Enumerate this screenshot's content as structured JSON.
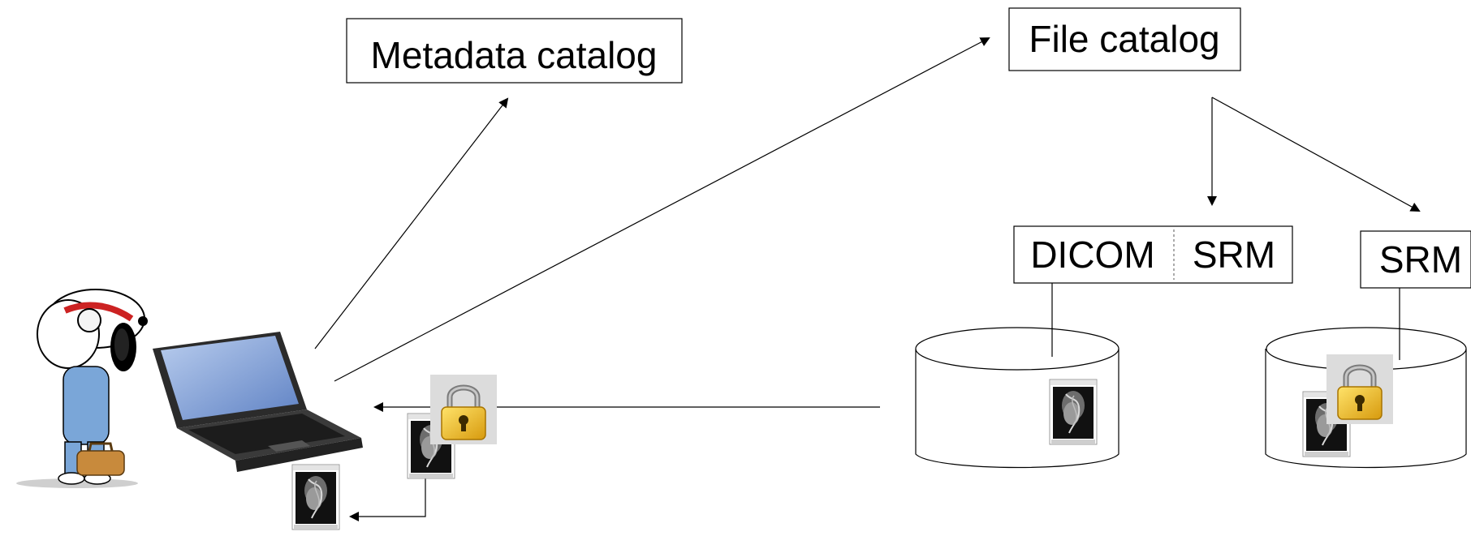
{
  "nodes": {
    "metadata_catalog": "Metadata catalog",
    "file_catalog": "File catalog",
    "storage_a_left": "DICOM",
    "storage_a_right": "SRM",
    "storage_b": "SRM"
  },
  "icons": {
    "user": "doctor-snoopy-icon",
    "client": "laptop-icon",
    "encrypted_file": "lock-icon",
    "storage": "database-cylinder-icon",
    "image_file": "medical-image-thumbnail-icon"
  },
  "colors": {
    "line": "#000000",
    "lock_body": "#f2c21b",
    "lock_shackle": "#8a8a8a",
    "laptop_screen": "#7f9fd6",
    "snoopy_headband": "#cc2222",
    "snoopy_suit": "#7aa6d8",
    "bag": "#c88a3c"
  }
}
